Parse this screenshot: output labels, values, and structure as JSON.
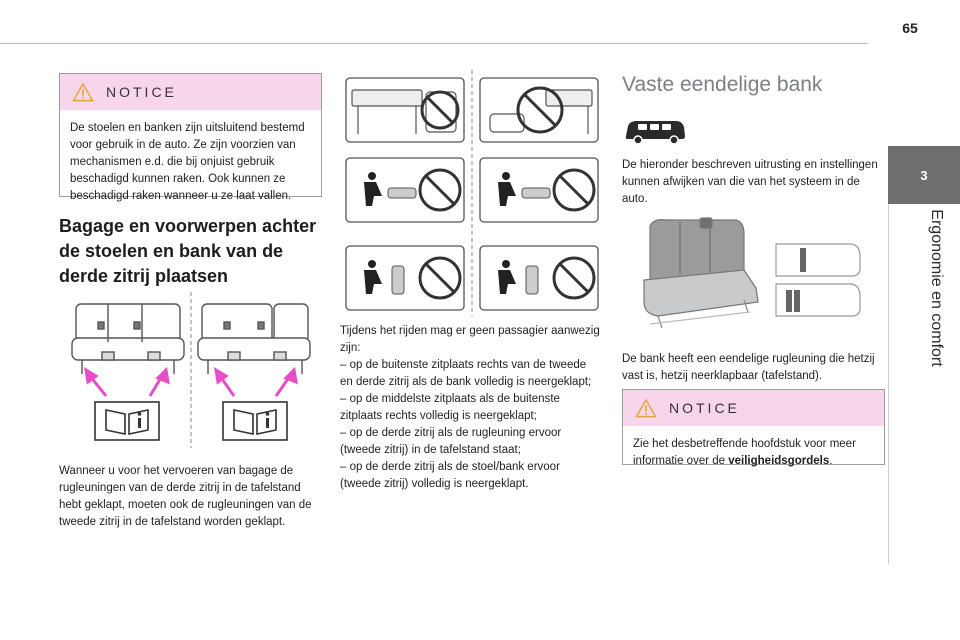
{
  "page": {
    "number": "65"
  },
  "chapter": {
    "tab_number": "3",
    "title": "Ergonomie en comfort"
  },
  "notice_label": "NOTICE",
  "left": {
    "notice_lines": [
      "De stoelen en banken zijn uitsluitend bestemd",
      "voor gebruik in de auto. Ze zijn voorzien van",
      "mechanismen e.d. die bij onjuist gebruik",
      "beschadigd kunnen raken. Ook kunnen ze",
      "beschadigd raken wanneer u ze laat vallen."
    ],
    "heading_lines": [
      "Bagage en voorwerpen achter",
      "de stoelen en bank van de",
      "derde zitrij plaatsen"
    ],
    "body_lines": [
      "Wanneer u voor het vervoeren van bagage de",
      "rugleuningen van de derde zitrij in de tafelstand",
      "hebt geklapt, moeten ook de rugleuningen van de",
      "tweede zitrij in de tafelstand worden geklapt."
    ]
  },
  "middle": {
    "body_lines": [
      "Tijdens het rijden mag er geen passagier aanwezig",
      "zijn:",
      "–  op de buitenste zitplaats rechts van de tweede",
      "en derde zitrij als de bank volledig is neergeklapt;",
      "–  op de middelste zitplaats als de buitenste",
      "zitplaats rechts volledig is neergeklapt;",
      "–  op de derde zitrij als de rugleuning ervoor",
      "(tweede zitrij) in de tafelstand staat;",
      "–  op de derde zitrij als de stoel/bank ervoor",
      "(tweede zitrij) volledig is neergeklapt."
    ]
  },
  "right": {
    "heading": "Vaste eendelige bank",
    "intro_lines": [
      "De hieronder beschreven uitrusting en instellingen",
      "kunnen afwijken van die van het systeem in de",
      "auto."
    ],
    "body_lines": [
      "De bank heeft een eendelige rugleuning die hetzij",
      "vast is, hetzij neerklapbaar (tafelstand)."
    ],
    "notice_line_1": "Zie het desbetreffende hoofdstuk voor meer",
    "notice_line_2_prefix": "informatie over de ",
    "notice_line_2_bold": "veiligheidsgordels",
    "notice_line_2_suffix": "."
  },
  "colors": {
    "notice_header": "#f7d6ec",
    "arrow_magenta": "#e84cc9",
    "prohibition_red": "#444444",
    "chapter_tab": "#6d6e70",
    "heading_grey": "#7d7f82"
  }
}
